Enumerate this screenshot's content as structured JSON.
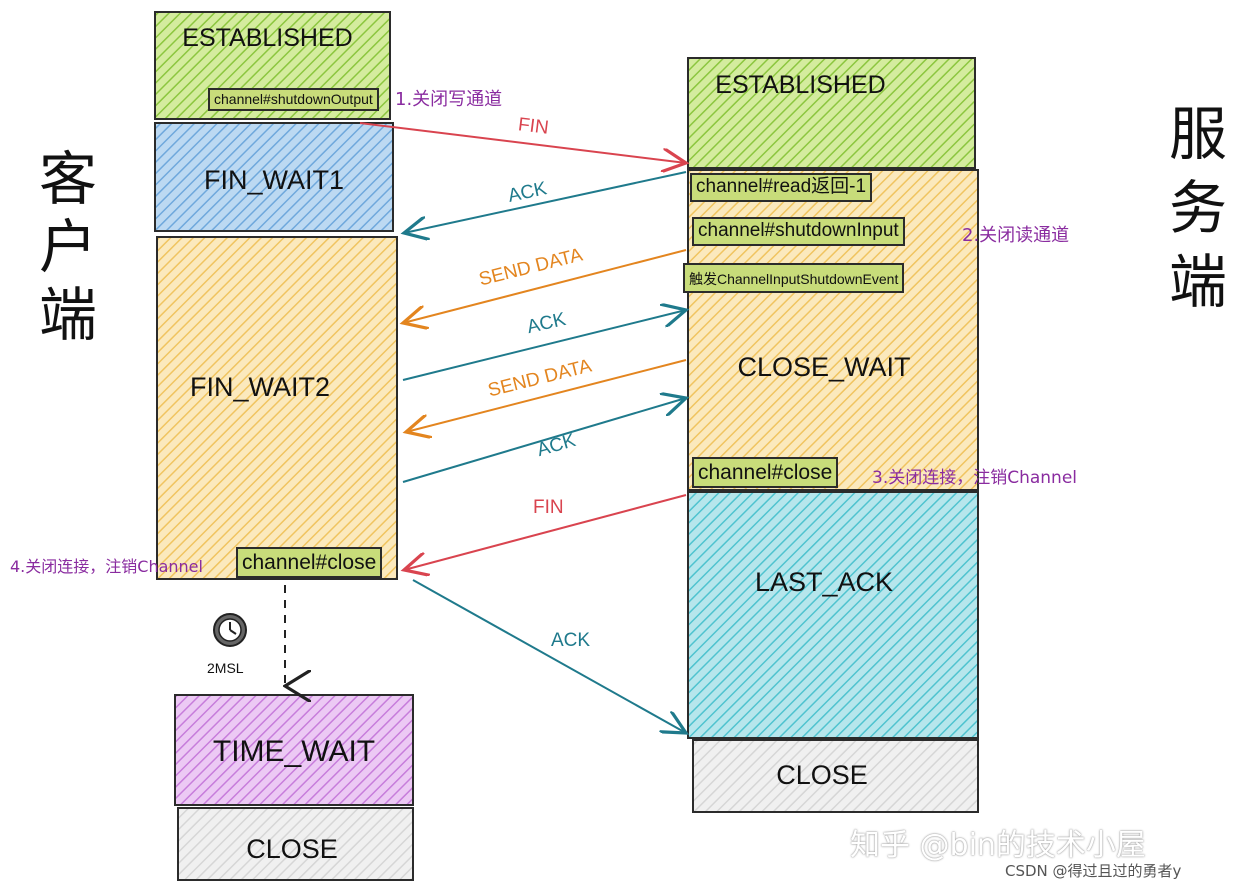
{
  "client": {
    "side_label_chars": [
      "客",
      "户",
      "端"
    ],
    "states": {
      "established": "ESTABLISHED",
      "fin_wait1": "FIN_WAIT1",
      "fin_wait2": "FIN_WAIT2",
      "time_wait": "TIME_WAIT",
      "close": "CLOSE"
    },
    "tags": {
      "shutdown_output": "channel#shutdownOutput",
      "close": "channel#close"
    },
    "notes": {
      "step1": "1.关闭写通道",
      "step4": "4.关闭连接，注销Channel"
    },
    "timer_label": "2MSL"
  },
  "server": {
    "side_label_chars": [
      "服",
      "务",
      "端"
    ],
    "states": {
      "established": "ESTABLISHED",
      "close_wait": "CLOSE_WAIT",
      "last_ack": "LAST_ACK",
      "close": "CLOSE"
    },
    "tags": {
      "read": "channel#read返回-1",
      "shutdown_input": "channel#shutdownInput",
      "event": "触发ChannelInputShutdownEvent",
      "close": "channel#close"
    },
    "notes": {
      "step2": "2.关闭读通道",
      "step3": "3.关闭连接，注销Channel"
    }
  },
  "messages": {
    "fin1": "FIN",
    "ack1": "ACK",
    "send_data1": "SEND DATA",
    "ack2": "ACK",
    "send_data2": "SEND DATA",
    "ack3": "ACK",
    "fin2": "FIN",
    "ack4": "ACK"
  },
  "colors": {
    "established": "#a6d64f",
    "fin_wait1": "#6fa8dc",
    "fin_wait2": "#f6cf6e",
    "close_wait": "#f6cf6e",
    "last_ack": "#4fc3cf",
    "time_wait": "#c77ddb",
    "close": "#d9d9d9",
    "tag": "#c8dc7a",
    "red_arrow": "#d9444f",
    "teal_arrow": "#1f7a8c",
    "orange_arrow": "#e3851f",
    "note": "#8a2ca0"
  },
  "watermark": {
    "main": "知乎 @bin的技术小屋",
    "sub": "CSDN @得过且过的勇者y"
  }
}
